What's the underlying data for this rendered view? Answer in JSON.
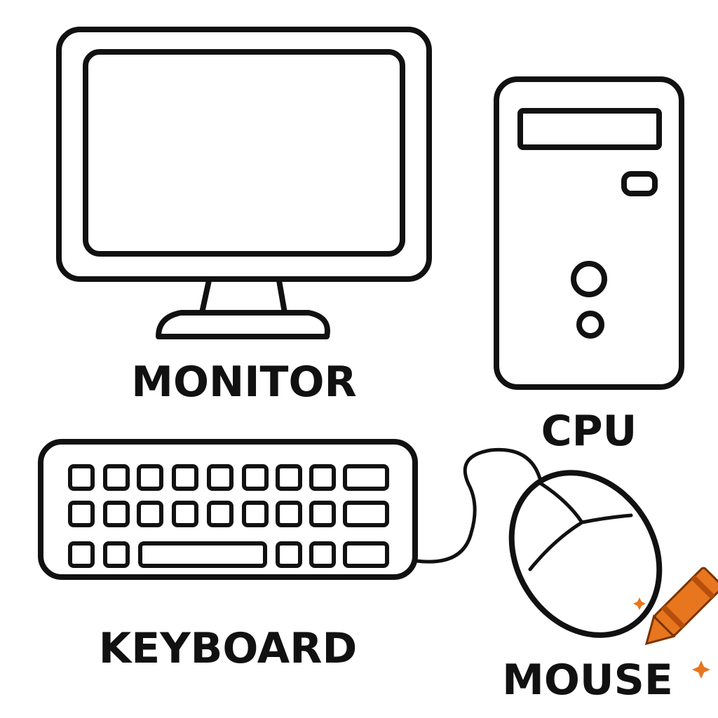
{
  "labels": {
    "monitor": "MONITOR",
    "cpu": "CPU",
    "keyboard": "KEYBOARD",
    "mouse": "MOUSE"
  },
  "logo": {
    "icon": "crayon-icon",
    "color": "#e8761e"
  },
  "colors": {
    "line": "#111111",
    "background": "#ffffff"
  }
}
